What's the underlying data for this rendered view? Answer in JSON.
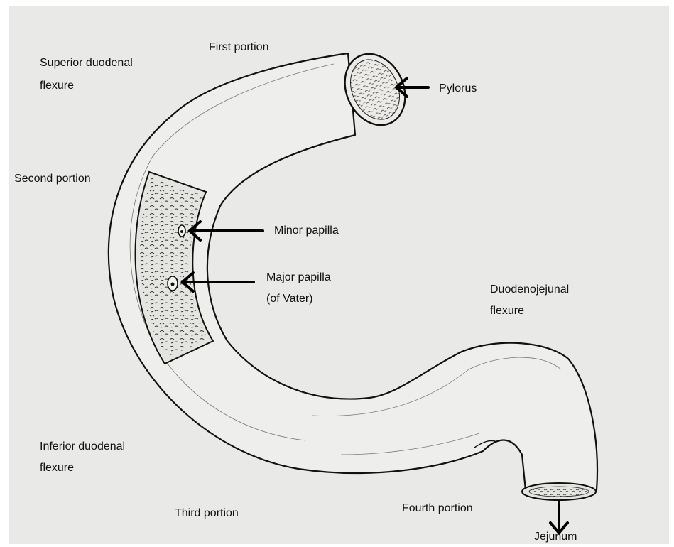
{
  "labels": {
    "first_portion": "First portion",
    "superior_flexure_line1": "Superior duodenal",
    "superior_flexure_line2": "flexure",
    "pylorus": "Pylorus",
    "second_portion": "Second portion",
    "minor_papilla": "Minor papilla",
    "major_papilla_line1": "Major papilla",
    "major_papilla_line2": "(of Vater)",
    "duodenojejunal_line1": "Duodenojejunal",
    "duodenojejunal_line2": "flexure",
    "inferior_flexure_line1": "Inferior duodenal",
    "inferior_flexure_line2": "flexure",
    "third_portion": "Third portion",
    "fourth_portion": "Fourth portion",
    "jejunum": "Jejunum"
  },
  "colors": {
    "paper": "#e9e9e7",
    "ink": "#111111",
    "tube_fill": "#eeeeec",
    "mucosa_fill": "#e4e4e1"
  }
}
